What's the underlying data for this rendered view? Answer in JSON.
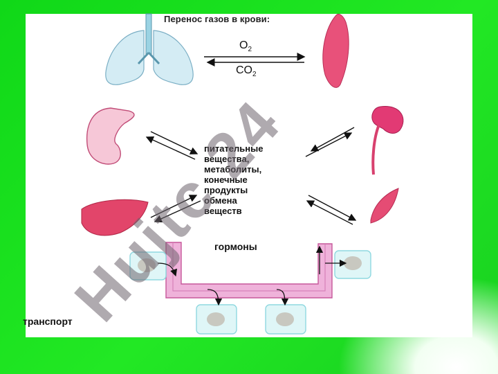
{
  "title": "Перенос газов в крови:",
  "gases": {
    "o2": "O",
    "o2_sub": "2",
    "co2": "CO",
    "co2_sub": "2"
  },
  "center_lines": [
    "питательные",
    "вещества,",
    "метаболиты,",
    "конечные",
    "продукты",
    "обмена",
    "веществ"
  ],
  "hormones": "гормоны",
  "transport": "транспорт",
  "watermark": "Hujtc 24",
  "colors": {
    "background_green": "#1ee020",
    "organ_red": "#e8456a",
    "lung_blue": "#cfe8f2",
    "vessel_pink": "#f0b6dc",
    "cell_cyan": "#9fe4ea"
  }
}
